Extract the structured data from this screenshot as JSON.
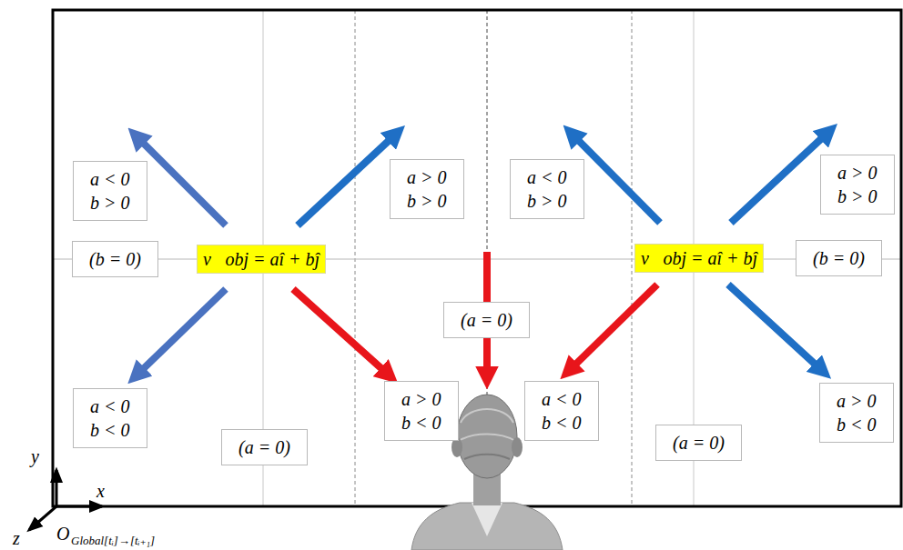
{
  "diagram": {
    "nodes": [
      {
        "text": [
          "a < 0",
          "b > 0"
        ]
      },
      {
        "text": [
          "a > 0",
          "b > 0"
        ]
      },
      {
        "text": [
          "a < 0",
          "b > 0"
        ]
      },
      {
        "text": [
          "a > 0",
          "b > 0"
        ]
      },
      {
        "text": [
          "(b = 0)"
        ]
      },
      {
        "text": [
          "v⃗obj = aî + bĵ"
        ]
      },
      {
        "text": [
          "v⃗obj = aî + bĵ"
        ]
      },
      {
        "text": [
          "(b = 0)"
        ]
      },
      {
        "text": [
          "(a = 0)"
        ]
      },
      {
        "text": [
          "a < 0",
          "b < 0"
        ]
      },
      {
        "text": [
          "a > 0",
          "b < 0"
        ]
      },
      {
        "text": [
          "a < 0",
          "b < 0"
        ]
      },
      {
        "text": [
          "a > 0",
          "b < 0"
        ]
      },
      {
        "text": [
          "(a = 0)"
        ]
      },
      {
        "text": [
          "(a = 0)"
        ]
      }
    ],
    "labels": [
      "y",
      "x",
      "z",
      "O",
      "Global[tᵢ]→[tᵢ₊₁]"
    ]
  }
}
